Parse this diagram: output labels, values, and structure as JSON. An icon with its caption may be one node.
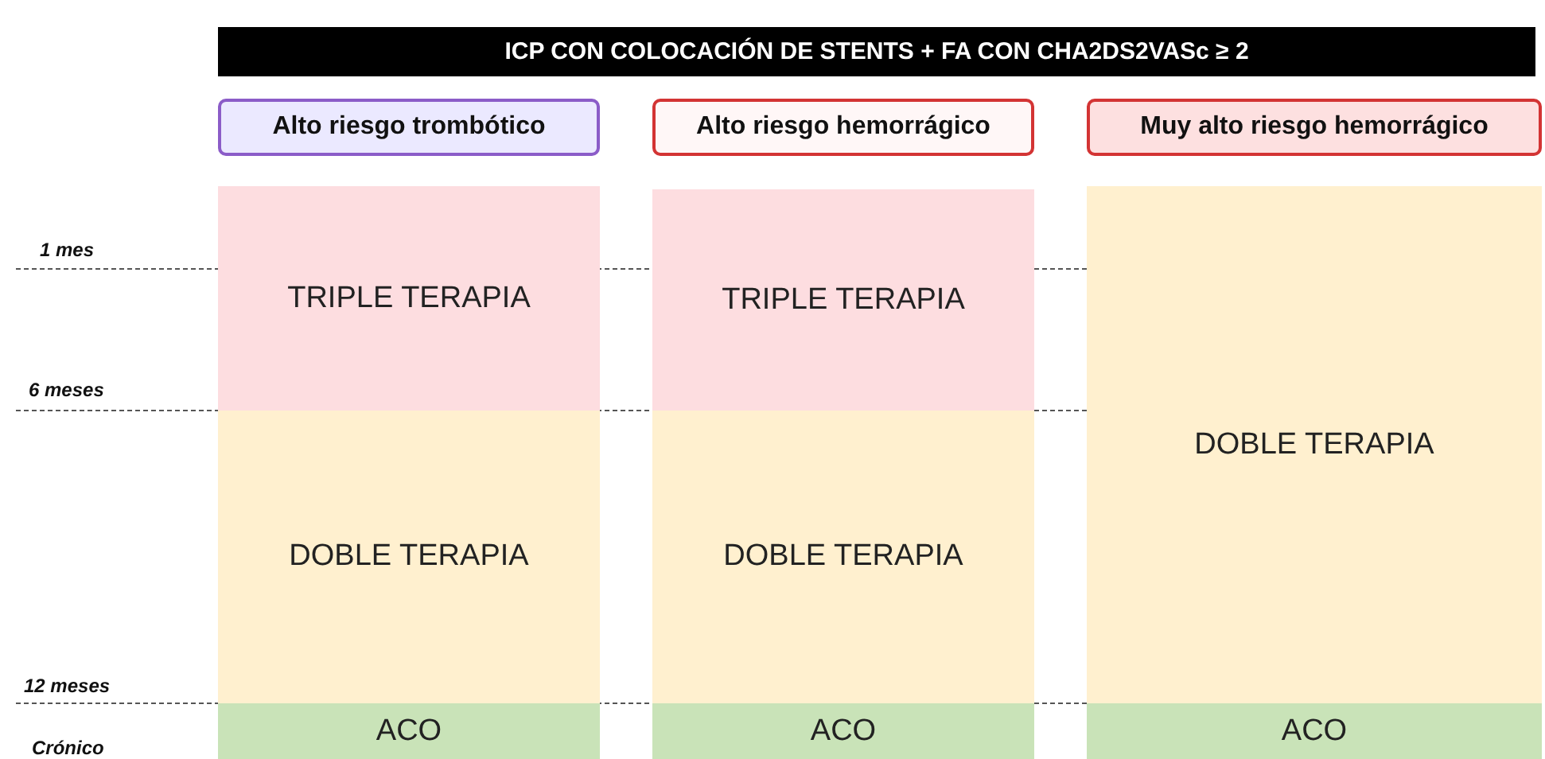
{
  "diagram": {
    "title": "ICP CON COLOCACIÓN DE STENTS + FA CON CHA2DS2VASc ≥ 2",
    "nodes": [
      {
        "text": [
          "Alto riesgo trombótico"
        ]
      },
      {
        "text": [
          "Alto riesgo hemorrágico"
        ]
      },
      {
        "text": [
          "Muy alto riesgo hemorrágico"
        ]
      },
      {
        "text": [
          "TRIPLE TERAPIA"
        ]
      },
      {
        "text": [
          "DOBLE TERAPIA"
        ]
      },
      {
        "text": [
          "ACO"
        ]
      },
      {
        "text": [
          "TRIPLE TERAPIA"
        ]
      },
      {
        "text": [
          "DOBLE TERAPIA"
        ]
      },
      {
        "text": [
          "ACO"
        ]
      },
      {
        "text": [
          "DOBLE TERAPIA"
        ]
      },
      {
        "text": [
          "ACO"
        ]
      }
    ],
    "labels": [
      "1 mes",
      "6 meses",
      "12 meses",
      "Crónico"
    ]
  }
}
